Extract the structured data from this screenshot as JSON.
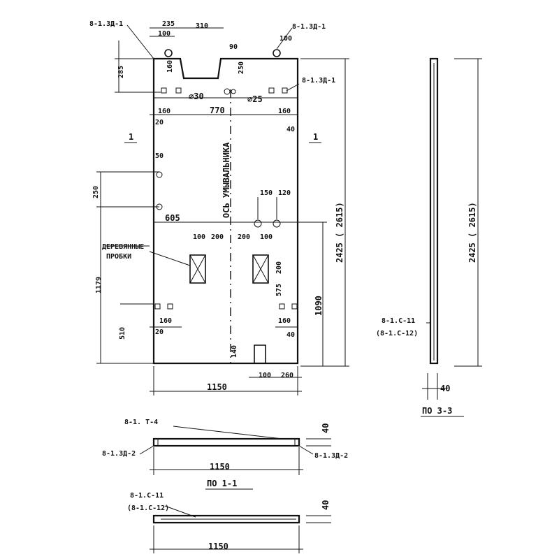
{
  "dims": {
    "d235": "235",
    "d310": "310",
    "d100_top": "100",
    "d100_right": "100",
    "d285": "285",
    "d160_top": "160",
    "d90": "90",
    "d250_top": "250",
    "d30": "∅30",
    "d25": "∅25",
    "d160_l": "160",
    "d20_l": "20",
    "d770": "770",
    "d160_r": "160",
    "d40_r": "40",
    "d50": "50",
    "d250_left": "250",
    "d605": "605",
    "d150": "150",
    "d120": "120",
    "d100a": "100",
    "d200a": "200",
    "d200b": "200",
    "d100b": "100",
    "d200_side": "200",
    "d575": "575",
    "d1179": "1179",
    "d160_bl": "160",
    "d20_bl": "20",
    "d510": "510",
    "d160_br": "160",
    "d40_br": "40",
    "d1090": "1090",
    "d140": "140",
    "d100_bot": "100",
    "d260": "260",
    "d1150_main": "1150",
    "d2425_main": "2425 ( 2615)",
    "d2425_side": "2425 ( 2615)",
    "d40_side": "40",
    "d40_s1": "40",
    "d1150_s1": "1150",
    "d40_s2": "40",
    "d1150_s2": "1150"
  },
  "labels": {
    "ref_tl": "8-1.3Д-1",
    "ref_tr": "8-1.3Д-1",
    "ref_r": "8-1.3Д-1",
    "sec_mark_left": "1",
    "sec_mark_right": "1",
    "axis_label": "ОСЬ УМЫВАЛЬНИКА",
    "plugs_line1": "ДЕРЕВЯННЫЕ",
    "plugs_line2": "ПРОБКИ",
    "side_ref1": "8-1.С-11",
    "side_ref2": "(8-1.С-12)",
    "side_title": "ПО 3-3",
    "s1_ref_top": "8-1. Т-4",
    "s1_ref_left": "8-1.3Д-2",
    "s1_ref_right": "8-1.3Д-2",
    "s1_title": "ПО 1-1",
    "s2_ref1": "8-1.С-11",
    "s2_ref2": "(8-1.С-12)"
  }
}
